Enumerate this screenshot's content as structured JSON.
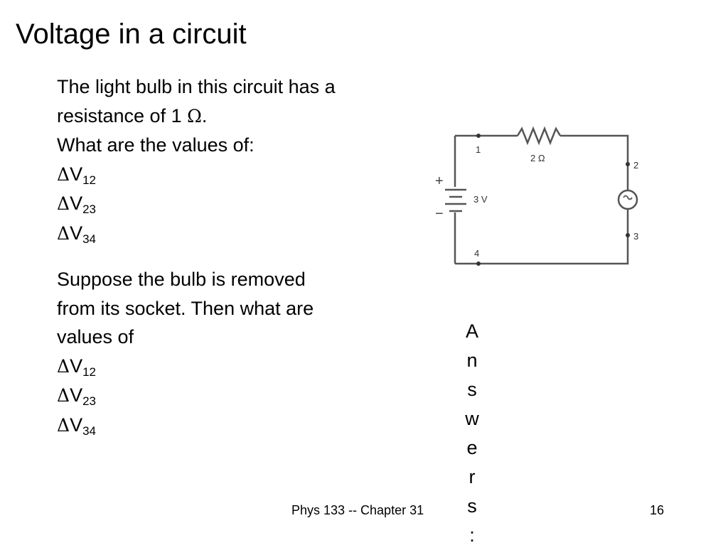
{
  "slide": {
    "title": "Voltage in a circuit",
    "footer": "Phys 133 -- Chapter 31",
    "page_number": "16"
  },
  "question": {
    "intro_line_1": "The light bulb in this circuit has a",
    "intro_line_2_text": "resistance of 1 ",
    "intro_line_2_symbol": "Ω",
    "intro_line_2_end": ".",
    "ask_1": "What are the values of:",
    "part1": [
      {
        "delta": "Δ",
        "v": "V",
        "sub": "12"
      },
      {
        "delta": "Δ",
        "v": "V",
        "sub": "23"
      },
      {
        "delta": "Δ",
        "v": "V",
        "sub": "34"
      }
    ],
    "suppose_line_1": "Suppose the bulb is removed",
    "suppose_line_2": "from its socket.  Then what are",
    "suppose_line_3": "values of",
    "part2": [
      {
        "delta": "Δ",
        "v": "V",
        "sub": "12"
      },
      {
        "delta": "Δ",
        "v": "V",
        "sub": "23"
      },
      {
        "delta": "Δ",
        "v": "V",
        "sub": "34"
      }
    ]
  },
  "answers": [
    "A",
    "n",
    "s",
    "w",
    "e",
    "r",
    "s",
    ":"
  ],
  "circuit": {
    "resistor_label": "2 Ω",
    "battery_label": "3 V",
    "plus_sign": "+",
    "minus_sign": "−",
    "node_1": "1",
    "node_2": "2",
    "node_3": "3",
    "node_4": "4",
    "wire_color": "#555555"
  }
}
